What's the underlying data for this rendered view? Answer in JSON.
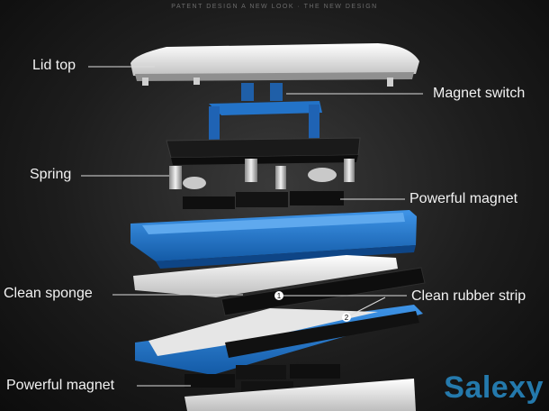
{
  "tagline": "PATENT DESIGN A NEW LOOK · THE NEW DESIGN",
  "labels": {
    "lid_top": "Lid top",
    "magnet_switch": "Magnet switch",
    "spring": "Spring",
    "powerful_magnet_top": "Powerful magnet",
    "clean_sponge": "Clean sponge",
    "clean_rubber_strip": "Clean rubber strip",
    "powerful_magnet_bottom": "Powerful magnet"
  },
  "markers": {
    "one": "1",
    "two": "2"
  },
  "watermark": "Salexy",
  "colors": {
    "accent_blue": "#1e6fc4",
    "white_part": "#ececec",
    "dark_part": "#151515",
    "label_text": "#f2f2f2"
  }
}
